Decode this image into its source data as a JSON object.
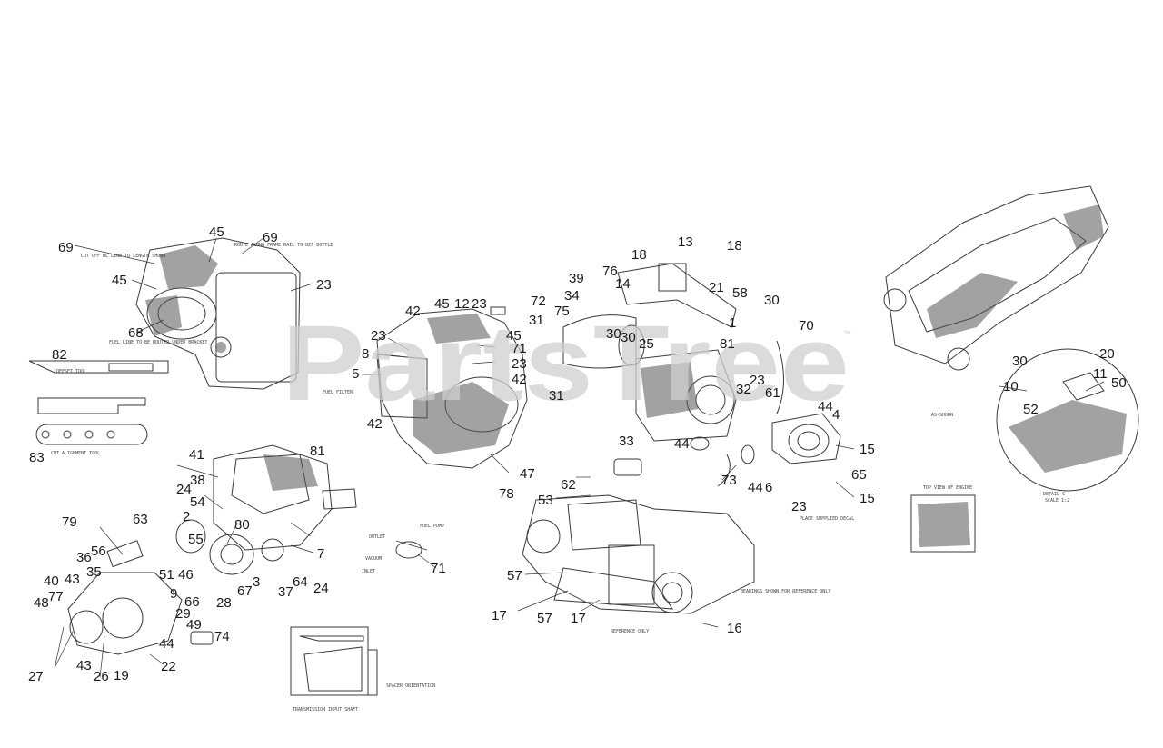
{
  "watermark": {
    "text": "PartsTree",
    "trademark": "™"
  },
  "callouts": [
    "69",
    "45",
    "69",
    "45",
    "23",
    "68",
    "82",
    "83",
    "45",
    "12",
    "23",
    "72",
    "42",
    "23",
    "8",
    "5",
    "45",
    "71",
    "23",
    "42",
    "42",
    "47",
    "78",
    "18",
    "13",
    "18",
    "76",
    "39",
    "14",
    "21",
    "58",
    "30",
    "34",
    "75",
    "31",
    "1",
    "30",
    "30",
    "25",
    "81",
    "70",
    "31",
    "23",
    "32",
    "61",
    "44",
    "4",
    "33",
    "44",
    "15",
    "65",
    "15",
    "73",
    "44",
    "6",
    "23",
    "62",
    "53",
    "57",
    "57",
    "17",
    "17",
    "16",
    "20",
    "30",
    "11",
    "10",
    "50",
    "52",
    "41",
    "81",
    "38",
    "24",
    "54",
    "2",
    "63",
    "80",
    "55",
    "79",
    "56",
    "36",
    "51",
    "46",
    "3",
    "67",
    "28",
    "7",
    "64",
    "37",
    "24",
    "71",
    "40",
    "43",
    "35",
    "9",
    "48",
    "77",
    "66",
    "29",
    "49",
    "74",
    "44",
    "22",
    "27",
    "43",
    "26",
    "19"
  ],
  "notes": [
    "CUT OFF UL LINE TO LENGTH SHOWN",
    "ROUTE ALONG FRAME RAIL TO DEF BOTTLE",
    "OFFSET TOOL",
    "CUT ALIGNMENT TOOL",
    "FUEL LINE TO BE ROUTED UNDER BRACKET",
    "FUEL FILTER",
    "FUEL PUMP",
    "OUTLET",
    "VACUUM",
    "INLET",
    "TOP VIEW OF ENGINE",
    "DETAIL C",
    "SCALE 1:2",
    "REFERENCE ONLY",
    "TRANSMISSION INPUT SHAFT",
    "SPACER ORIENTATION",
    "BEARINGS SHOWN FOR REFERENCE ONLY",
    "PLACE SUPPLIED DECAL",
    "AS-SHOWN"
  ]
}
